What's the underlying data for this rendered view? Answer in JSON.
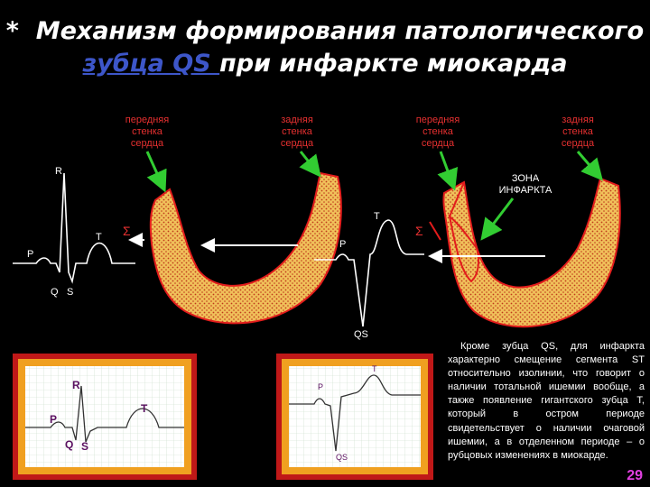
{
  "title": {
    "prefix": "*",
    "line1": "Механизм формирования патологического",
    "line2_underlined": "зубца QS ",
    "line2_rest": "при инфаркте миокарда"
  },
  "heart_labels": {
    "anterior_1": "передняя стенка сердца",
    "posterior_1": "задняя стенка сердца",
    "anterior_2": "передняя стенка сердца",
    "posterior_2": "задняя стенка сердца",
    "zone": "ЗОНА ИНФАРКТА"
  },
  "wave_labels": {
    "R": "R",
    "T": "T",
    "P": "P",
    "Q": "Q",
    "S": "S",
    "sigma": "Σ",
    "P2": "P",
    "T2": "T",
    "QS": "QS",
    "sigma2": "Σ"
  },
  "ecg_strip_1": {
    "R": "R",
    "T": "T",
    "P": "P",
    "Q": "Q",
    "S": "S"
  },
  "ecg_strip_2": {
    "P": "P",
    "T": "T",
    "QS": "QS"
  },
  "description": "Кроме зубца QS, для инфаркта характерно смещение сегмента ST относительно изолинии, что говорит о наличии тотальной ишемии вообще, а также появление гигантского зубца T, который в остром периоде свидетельствует о наличии очаговой ишемии, а в отделенном периоде – о рубцовых изменениях в миокарде.",
  "page_number": "29",
  "colors": {
    "wall": "#f0c05a",
    "stroke": "#e31c1c",
    "arrow": "#32cd32",
    "title": "#ffffff",
    "accent": "#3d56c9"
  }
}
